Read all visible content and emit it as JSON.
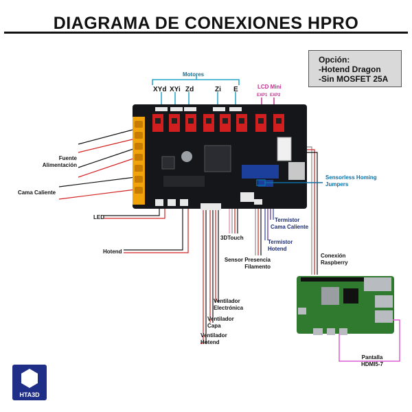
{
  "title": "DIAGRAMA DE CONEXIONES HPRO",
  "options": {
    "heading": "Opción:",
    "line1": "-Hotend Dragon",
    "line2": "-Sin MOSFET 25A"
  },
  "motors": {
    "group": "Motores",
    "labels": [
      "XYd",
      "XYi",
      "Zd",
      "Zi",
      "E"
    ]
  },
  "lcd": {
    "label": "LCD Mini",
    "exp1": "EXP1",
    "exp2": "EXP2"
  },
  "left_labels": {
    "power": [
      "Fuente",
      "Alimentación"
    ],
    "bed": "Cama Caliente",
    "led": "LED",
    "hotend": "Hotend"
  },
  "right_labels": {
    "sensorless": [
      "Sensorless Homing",
      "Jumpers"
    ],
    "bed_thermistor": [
      "Termistor",
      "Cama Caliente"
    ],
    "hotend_thermistor": [
      "Termistor",
      "Hotend"
    ],
    "raspberry": [
      "Conexión",
      "Raspberry"
    ],
    "display": [
      "Pantalla",
      "HDMI5-7"
    ]
  },
  "bottom_labels": {
    "touch": "3DTouch",
    "filament": [
      "Sensor Presencia",
      "Filamento"
    ],
    "fan_elec": [
      "Ventilador",
      "Electrónica"
    ],
    "fan_layer": [
      "Ventilador",
      "Capa"
    ],
    "fan_hotend": [
      "Ventilador",
      "Hotend"
    ]
  },
  "logo": "HTA3D",
  "colors": {
    "motor_bracket": "#1fa3c9",
    "lcd": "#c0308f",
    "sensorless": "#0b6fa6",
    "board": "#15161a",
    "terminal": "#f0a30a",
    "wire_red": "#d32020",
    "wire_black": "#111111",
    "wire_gray": "#8a8a8a",
    "wire_pink": "#f07aa8",
    "wire_blue": "#2a3db5",
    "wire_purple": "#5b2a8c",
    "display_wire": "#e05bd0",
    "rpi": "#2f7a2f",
    "logo_bg": "#1f2e86"
  }
}
